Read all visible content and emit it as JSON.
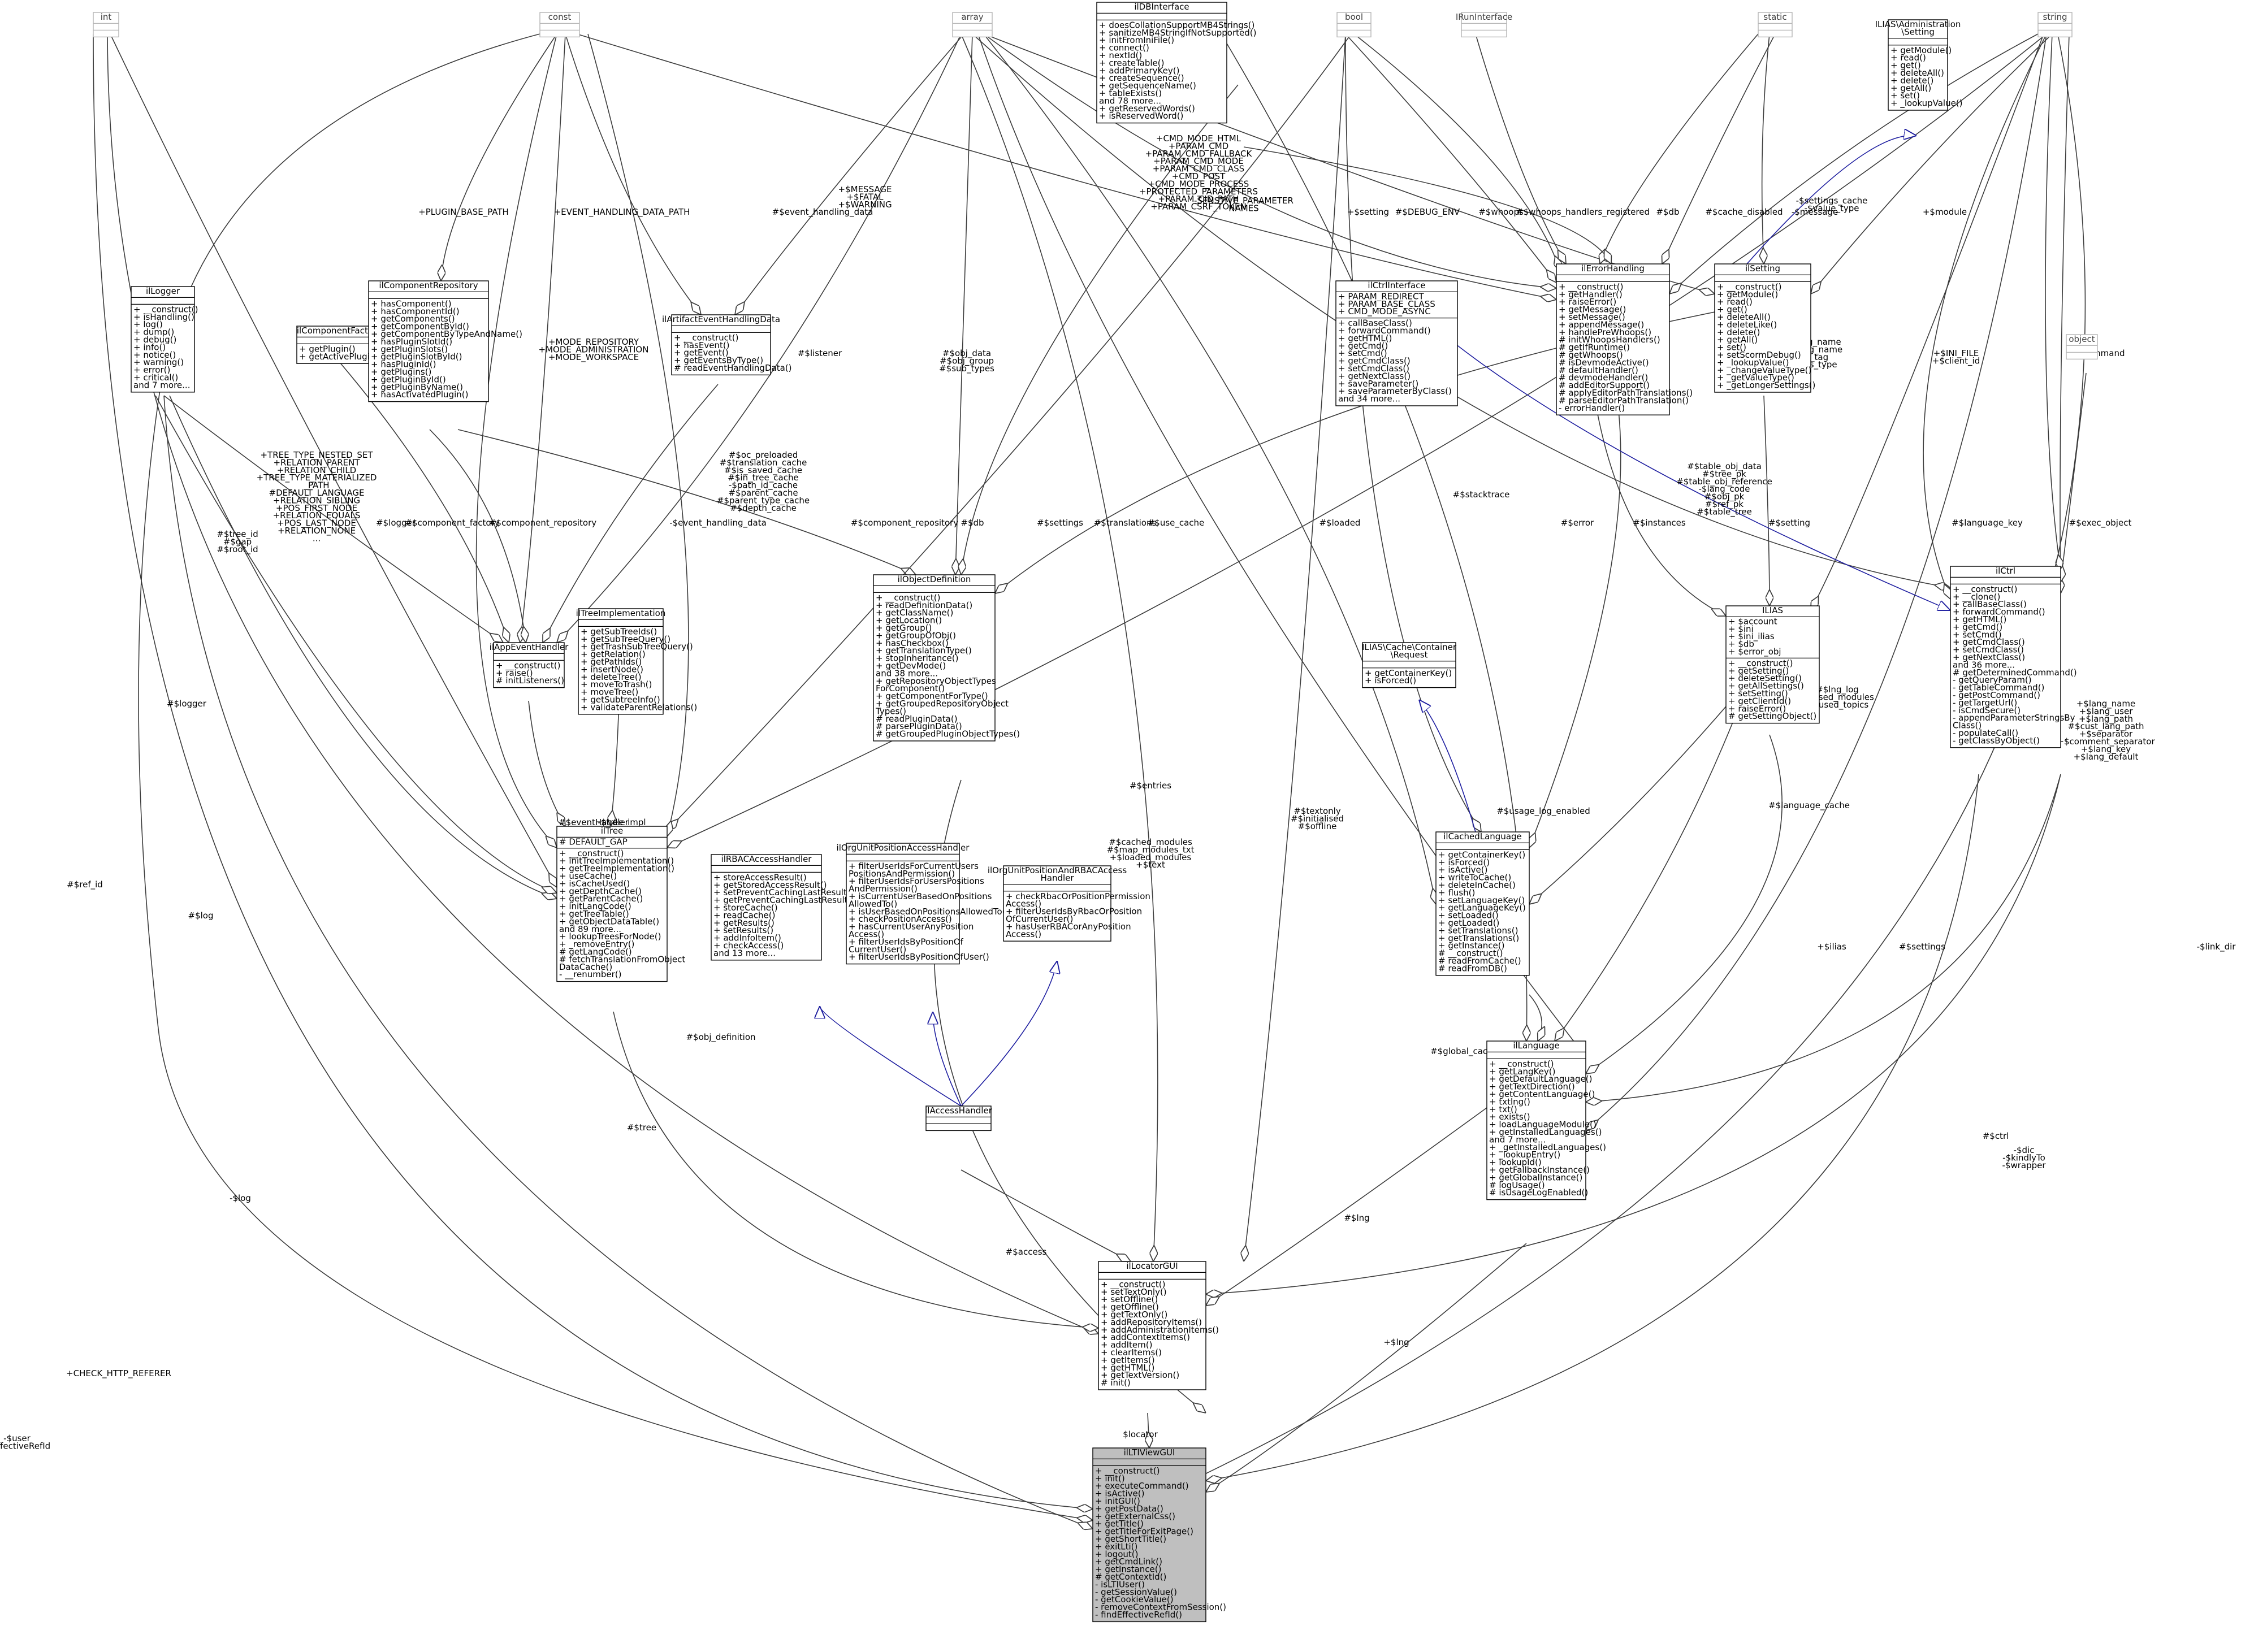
{
  "classes": [
    {
      "id": "int",
      "title": [
        "int"
      ],
      "attrs": [],
      "ops": [],
      "ghost": true
    },
    {
      "id": "const",
      "title": [
        "const"
      ],
      "attrs": [],
      "ops": [],
      "ghost": true
    },
    {
      "id": "array",
      "title": [
        "array"
      ],
      "attrs": [],
      "ops": [],
      "ghost": true
    },
    {
      "id": "bool",
      "title": [
        "bool"
      ],
      "attrs": [],
      "ops": [],
      "ghost": true
    },
    {
      "id": "iRunInterface",
      "title": [
        "IRunInterface"
      ],
      "attrs": [],
      "ops": [],
      "ghost": true
    },
    {
      "id": "static",
      "title": [
        "static"
      ],
      "attrs": [],
      "ops": [],
      "ghost": true
    },
    {
      "id": "string",
      "title": [
        "string"
      ],
      "attrs": [],
      "ops": [],
      "ghost": true
    },
    {
      "id": "object",
      "title": [
        "object"
      ],
      "attrs": [],
      "ops": [],
      "ghost": true
    },
    {
      "id": "ilDBInterface",
      "title": [
        "ilDBInterface"
      ],
      "attrs": [],
      "ops": [
        "+ doesCollationSupportMB4Strings()",
        "+ sanitizeMB4StringIfNotSupported()",
        "+ initFromIniFile()",
        "+ connect()",
        "+ nextId()",
        "+ createTable()",
        "+ addPrimaryKey()",
        "+ createSequence()",
        "+ getSequenceName()",
        "+ tableExists()",
        "and 78 more...",
        "+ getReservedWords()",
        "+ isReservedWord()"
      ]
    },
    {
      "id": "adminSetting",
      "title": [
        "ILIAS\\Administration",
        "\\Setting"
      ],
      "attrs": [],
      "ops": [
        "+ getModule()",
        "+ read()",
        "+ get()",
        "+ deleteAll()",
        "+ delete()",
        "+ getAll()",
        "+ set()",
        "+ _lookupValue()"
      ]
    },
    {
      "id": "ilLogger",
      "title": [
        "ilLogger"
      ],
      "attrs": [],
      "ops": [
        "+ __construct()",
        "+ isHandling()",
        "+ log()",
        "+ dump()",
        "+ debug()",
        "+ info()",
        "+ notice()",
        "+ warning()",
        "+ error()",
        "+ critical()",
        "and 7 more..."
      ]
    },
    {
      "id": "ilComponentFactory",
      "title": [
        "ilComponentFactory"
      ],
      "attrs": [],
      "ops": [
        "+ getPlugin()",
        "+ getActivePluginsInSlot()"
      ]
    },
    {
      "id": "ilComponentRepository",
      "title": [
        "ilComponentRepository"
      ],
      "attrs": [],
      "ops": [
        "+ hasComponent()",
        "+ hasComponentId()",
        "+ getComponents()",
        "+ getComponentById()",
        "+ getComponentByTypeAndName()",
        "+ hasPluginSlotId()",
        "+ getPluginSlots()",
        "+ getPluginSlotById()",
        "+ hasPluginId()",
        "+ getPlugins()",
        "+ getPluginById()",
        "+ getPluginByName()",
        "+ hasActivatedPlugin()"
      ]
    },
    {
      "id": "ilArtifactEventHandlingData",
      "title": [
        "ilArtifactEventHandlingData"
      ],
      "attrs": [],
      "ops": [
        "+ __construct()",
        "+ hasEvent()",
        "+ getEvent()",
        "+ getEventsByType()",
        "# readEventHandlingData()"
      ]
    },
    {
      "id": "ilErrorHandling",
      "title": [
        "ilErrorHandling"
      ],
      "attrs": [],
      "ops": [
        "+ __construct()",
        "+ getHandler()",
        "+ raiseError()",
        "+ getMessage()",
        "+ setMessage()",
        "+ appendMessage()",
        "+ handlePreWhoops()",
        "# initWhoopsHandlers()",
        "# getIfRuntime()",
        "# getWhoops()",
        "# isDevmodeActive()",
        "# defaultHandler()",
        "# devmodeHandler()",
        "# addEditorSupport()",
        "# applyEditorPathTranslations()",
        "# parseEditorPathTranslation()",
        "- errorHandler()"
      ]
    },
    {
      "id": "ilSetting",
      "title": [
        "ilSetting"
      ],
      "attrs": [],
      "ops": [
        "+ __construct()",
        "+ getModule()",
        "+ read()",
        "+ get()",
        "+ deleteAll()",
        "+ deleteLike()",
        "+ delete()",
        "+ getAll()",
        "+ set()",
        "+ setScormDebug()",
        "+ _lookupValue()",
        "+ _changeValueType()",
        "+ _getValueType()",
        "+ _getLongerSettings()"
      ]
    },
    {
      "id": "ilCtrlInterface",
      "title": [
        "ilCtrlInterface"
      ],
      "attrs": [
        "+ PARAM_REDIRECT",
        "+ PARAM_BASE_CLASS",
        "+ CMD_MODE_ASYNC"
      ],
      "ops": [
        "+ callBaseClass()",
        "+ forwardCommand()",
        "+ getHTML()",
        "+ getCmd()",
        "+ setCmd()",
        "+ getCmdClass()",
        "+ setCmdClass()",
        "+ getNextClass()",
        "+ saveParameter()",
        "+ saveParameterByClass()",
        "and 34 more..."
      ]
    },
    {
      "id": "ilAppEventHandler",
      "title": [
        "ilAppEventHandler"
      ],
      "attrs": [],
      "ops": [
        "+ __construct()",
        "+ raise()",
        "# initListeners()"
      ]
    },
    {
      "id": "ilTreeImplementation",
      "title": [
        "ilTreeImplementation"
      ],
      "attrs": [],
      "ops": [
        "+ getSubTreeIds()",
        "+ getSubTreeQuery()",
        "+ getTrashSubTreeQuery()",
        "+ getRelation()",
        "+ getPathIds()",
        "+ insertNode()",
        "+ deleteTree()",
        "+ moveToTrash()",
        "+ moveTree()",
        "+ getSubtreeInfo()",
        "+ validateParentRelations()"
      ]
    },
    {
      "id": "ilObjectDefinition",
      "title": [
        "ilObjectDefinition"
      ],
      "attrs": [],
      "ops": [
        "+ __construct()",
        "+ readDefinitionData()",
        "+ getClassName()",
        "+ getLocation()",
        "+ getGroup()",
        "+ getGroupOfObj()",
        "+ hasCheckbox()",
        "+ getTranslationType()",
        "+ stopInheritance()",
        "+ getDevMode()",
        "and 38 more...",
        "+ getRepositoryObjectTypes",
        "ForComponent()",
        "+ getComponentForType()",
        "+ getGroupedRepositoryObject",
        "Types()",
        "# readPluginData()",
        "# parsePluginData()",
        "# getGroupedPluginObjectTypes()"
      ]
    },
    {
      "id": "ilTree",
      "title": [
        "ilTree"
      ],
      "attrs": [
        "# DEFAULT_GAP"
      ],
      "ops": [
        "+ __construct()",
        "+ initTreeImplementation()",
        "+ getTreeImplementation()",
        "+ useCache()",
        "+ isCacheUsed()",
        "+ getDepthCache()",
        "+ getParentCache()",
        "+ initLangCode()",
        "+ getTreeTable()",
        "+ getObjectDataTable()",
        "and 89 more...",
        "+ lookupTreesForNode()",
        "+ _removeEntry()",
        "# getLangCode()",
        "# fetchTranslationFromObject",
        "DataCache()",
        "- __renumber()"
      ]
    },
    {
      "id": "ilCacheContainerRequest",
      "title": [
        "ILIAS\\Cache\\Container",
        "\\Request"
      ],
      "attrs": [],
      "ops": [
        "+ getContainerKey()",
        "+ isForced()"
      ]
    },
    {
      "id": "ilias",
      "title": [
        "ILIAS"
      ],
      "attrs": [
        "+ $account",
        "+ $ini",
        "+ $ini_ilias",
        "+ $db",
        "+ $error_obj"
      ],
      "ops": [
        "+ __construct()",
        "+ getSetting()",
        "+ deleteSetting()",
        "+ getAllSettings()",
        "+ setSetting()",
        "+ getClientId()",
        "+ raiseError()",
        "# getSettingObject()"
      ]
    },
    {
      "id": "ilCtrl",
      "title": [
        "ilCtrl"
      ],
      "attrs": [],
      "ops": [
        "+ __construct()",
        "+ __clone()",
        "+ callBaseClass()",
        "+ forwardCommand()",
        "+ getHTML()",
        "+ getCmd()",
        "+ setCmd()",
        "+ getCmdClass()",
        "+ setCmdClass()",
        "+ getNextClass()",
        "and 36 more...",
        "# getDeterminedCommand()",
        "- getQueryParam()",
        "- getTableCommand()",
        "- getPostCommand()",
        "- getTargetUrl()",
        "- isCmdSecure()",
        "- appendParameterStringsBy",
        "Class()",
        "- populateCall()",
        "- getClassByObject()"
      ]
    },
    {
      "id": "ilCachedLanguage",
      "title": [
        "ilCachedLanguage"
      ],
      "attrs": [],
      "ops": [
        "+ getContainerKey()",
        "+ isForced()",
        "+ isActive()",
        "+ writeToCache()",
        "+ deleteInCache()",
        "+ flush()",
        "+ setLanguageKey()",
        "+ getLanguageKey()",
        "+ setLoaded()",
        "+ getLoaded()",
        "+ setTranslations()",
        "+ getTranslations()",
        "+ getInstance()",
        "# __construct()",
        "# readFromCache()",
        "# readFromDB()"
      ]
    },
    {
      "id": "ilRBACAccessHandler",
      "title": [
        "ilRBACAccessHandler"
      ],
      "attrs": [],
      "ops": [
        "+ storeAccessResult()",
        "+ getStoredAccessResult()",
        "+ setPreventCachingLastResult()",
        "+ getPreventCachingLastResult()",
        "+ storeCache()",
        "+ readCache()",
        "+ getResults()",
        "+ setResults()",
        "+ addInfoItem()",
        "+ checkAccess()",
        "and 13 more..."
      ]
    },
    {
      "id": "ilOrgUnitPositionAccessHandler",
      "title": [
        "ilOrgUnitPositionAccessHandler"
      ],
      "attrs": [],
      "ops": [
        "+ filterUserIdsForCurrentUsers",
        "PositionsAndPermission()",
        "+ filterUserIdsForUsersPositions",
        "AndPermission()",
        "+ isCurrentUserBasedOnPositions",
        "AllowedTo()",
        "+ isUserBasedOnPositionsAllowedTo()",
        "+ checkPositionAccess()",
        "+ hasCurrentUserAnyPosition",
        "Access()",
        "+ filterUserIdsByPositionOf",
        "CurrentUser()",
        "+ filterUserIdsByPositionOfUser()"
      ]
    },
    {
      "id": "ilOrgUnitPositionAndRBACAccessHandler",
      "title": [
        "ilOrgUnitPositionAndRBACAccess",
        "Handler"
      ],
      "attrs": [],
      "ops": [
        "+ checkRbacOrPositionPermission",
        "Access()",
        "+ filterUserIdsByRbacOrPosition",
        "OfCurrentUser()",
        "+ hasUserRBACorAnyPosition",
        "Access()"
      ]
    },
    {
      "id": "ilAccessHandler",
      "title": [
        "ilAccessHandler"
      ],
      "attrs": [],
      "ops": []
    },
    {
      "id": "ilLanguage",
      "title": [
        "ilLanguage"
      ],
      "attrs": [],
      "ops": [
        "+ __construct()",
        "+ getLangKey()",
        "+ getDefaultLanguage()",
        "+ getTextDirection()",
        "+ getContentLanguage()",
        "+ txtlng()",
        "+ txt()",
        "+ exists()",
        "+ loadLanguageModule()",
        "+ getInstalledLanguages()",
        "and 7 more...",
        "+ _getInstalledLanguages()",
        "+ _lookupEntry()",
        "+ lookupId()",
        "+ getFallbackInstance()",
        "+ getGlobalInstance()",
        "# logUsage()",
        "# isUsageLogEnabled()"
      ]
    },
    {
      "id": "ilLocatorGUI",
      "title": [
        "ilLocatorGUI"
      ],
      "attrs": [],
      "ops": [
        "+ __construct()",
        "+ setTextOnly()",
        "+ setOffline()",
        "+ getOffline()",
        "+ getTextOnly()",
        "+ addRepositoryItems()",
        "+ addAdministrationItems()",
        "+ addContextItems()",
        "+ addItem()",
        "+ clearItems()",
        "+ getItems()",
        "+ getHTML()",
        "+ getTextVersion()",
        "# init()"
      ]
    },
    {
      "id": "ilLTIViewGUI",
      "title": [
        "ilLTIViewGUI"
      ],
      "attrs": [],
      "ops": [
        "+ __construct()",
        "+ init()",
        "+ executeCommand()",
        "+ isActive()",
        "+ initGUI()",
        "+ getPostData()",
        "+ getExternalCss()",
        "+ getTitle()",
        "+ getTitleForExitPage()",
        "+ getShortTitle()",
        "+ exitLti()",
        "+ logout()",
        "+ getCmdLink()",
        "+ getInstance()",
        "# getContextId()",
        "- isLTIUser()",
        "- getSessionValue()",
        "- getCookieValue()",
        "- removeContextFromSession()",
        "- findEffectiveRefId()"
      ],
      "focus": true
    }
  ],
  "edge_labels": [
    "-$user\n-$effectiveRefId",
    "+CHECK_HTTP_REFERER",
    "#$ref_id",
    "-$log",
    "#$log",
    "#$logger",
    "#$tree_id\n#$gap\n#$root_id",
    "+PLUGIN_BASE_PATH",
    "+EVENT_HANDLING_DATA_PATH",
    "#$event_handling_data",
    "+$MESSAGE\n+$FATAL\n+$WARNING",
    "+CMD_MODE_HTML\n+PARAM_CMD\n+PARAM_CMD_FALLBACK\n+PARAM_CMD_MODE\n+PARAM_CMD_CLASS\n+CMD_POST\n+CMD_MODE_PROCESS\n+PROTECTED_PARAMETERS\n+PARAM_CID_PATH\n+PARAM_CSRF_TOKEN",
    "-SENSTIVE_PARAMETER\nNAMES",
    "+$setting",
    "#$DEBUG_ENV",
    "#$whoops",
    "#$whoops_handlers_registered",
    "#$db",
    "#$cache_disabled",
    "-$message",
    "-$settings_cache\n-$value_type",
    "+$module",
    "+MODE_REPOSITORY\n+MODE_ADMINISTRATION\n+MODE_WORKSPACE",
    "#$logger",
    "#$component_factory",
    "#$component_repository",
    "-$event_handling_data",
    "#$listener",
    "#$obj_data\n#$obj_group\n#$sub_types",
    "#$component_repository",
    "#$db",
    "#$settings",
    "#$translations",
    "#$use_cache",
    "#$loaded",
    "#$stacktrace",
    "#$parent_tag_name\n#$current_tag_name\n#$current_tag\n#$root_trans_type",
    "+$INI_FILE\n+$client_id",
    "#$command",
    "+TREE_TYPE_NESTED_SET\n+RELATION_PARENT\n+RELATION_CHILD\n+TREE_TYPE_MATERIALIZED\n_PATH\n#DEFAULT_LANGUAGE\n+RELATION_SIBLING\n+POS_FIRST_NODE\n+RELATION_EQUALS\n+POS_LAST_NODE\n+RELATION_NONE\n...",
    "#$oc_preloaded\n#$translation_cache\n#$is_saved_cache\n#$in_tree_cache\n-$path_id_cache\n#$parent_cache\n#$parent_type_cache\n#$depth_cache",
    "#$table_obj_data\n#$tree_pk\n#$table_obj_reference\n-$lang_code\n#$obj_pk\n#$ref_pk\n#$table_tree",
    "#$error",
    "#$instances",
    "#$setting",
    "#$language_key",
    "#$exec_object",
    "#$eventHandler",
    "-$tree_impl",
    "#$cached_modules\n#$map_modules_txt\n+$loaded_modules\n+$text",
    "#$textonly\n#$initialised\n#$offline",
    "#$usage_log_enabled",
    "#$lng_log\n#$used_modules\n#$used_topics",
    "#$language_cache",
    "+$lang_name\n+$lang_user\n+$lang_path\n#$cust_lang_path\n+$separator\n+$comment_separator\n+$lang_key\n+$lang_default",
    "#$entries",
    "+$ilias",
    "#$settings",
    "-$link_dir",
    "#$obj_definition",
    "#$tree",
    "#$global_cache",
    "#$ctrl",
    "-$dic\n-$kindlyTo\n-$wrapper",
    "#$lng",
    "#$access",
    "+$lng",
    "$locator"
  ]
}
